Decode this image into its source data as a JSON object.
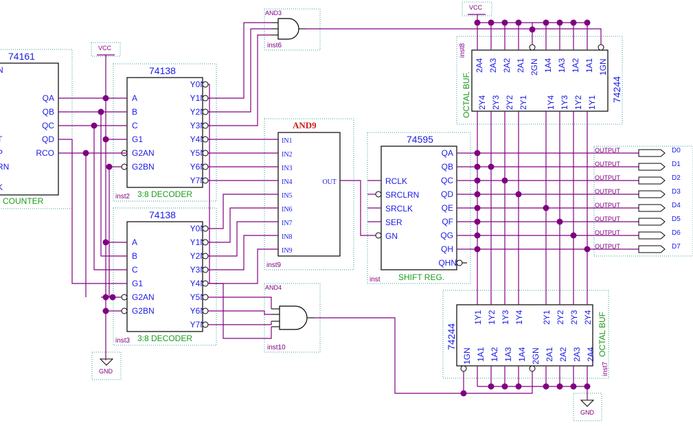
{
  "counter": {
    "part": "74161",
    "pins_right": [
      "QA",
      "QB",
      "QC",
      "QD",
      "RCO"
    ],
    "pins_left_partial": [
      "N",
      "T",
      "P",
      "RN",
      "K"
    ],
    "function_label": "COUNTER"
  },
  "decoder_top": {
    "part": "74138",
    "inputs": [
      "A",
      "B",
      "C",
      "G1",
      "G2AN",
      "G2BN"
    ],
    "outputs": [
      "Y0N",
      "Y1N",
      "Y2N",
      "Y3N",
      "Y4N",
      "Y5N",
      "Y6N",
      "Y7N"
    ],
    "function_label": "3:8 DECODER",
    "instance": "inst2"
  },
  "decoder_bottom": {
    "part": "74138",
    "inputs": [
      "A",
      "B",
      "C",
      "G1",
      "G2AN",
      "G2BN"
    ],
    "outputs": [
      "Y0N",
      "Y1N",
      "Y2N",
      "Y3N",
      "Y4N",
      "Y5N",
      "Y6N",
      "Y7N"
    ],
    "function_label": "3:8 DECODER",
    "instance": "inst3"
  },
  "and3": {
    "part": "AND3",
    "instance": "inst6"
  },
  "and4": {
    "part": "AND4",
    "instance": "inst10"
  },
  "and9": {
    "part": "AND9",
    "inputs": [
      "IN1",
      "IN2",
      "IN3",
      "IN4",
      "IN5",
      "IN6",
      "IN7",
      "IN8",
      "IN9"
    ],
    "output": "OUT",
    "instance": "inst9"
  },
  "shift_reg": {
    "part": "74595",
    "inputs": [
      "RCLK",
      "SRCLRN",
      "SRCLK",
      "SER",
      "GN"
    ],
    "outputs": [
      "QA",
      "QB",
      "QC",
      "QD",
      "QE",
      "QF",
      "QG",
      "QH",
      "QHN"
    ],
    "function_label": "SHIFT REG.",
    "instance": "inst"
  },
  "buf_top": {
    "part": "74244",
    "pins_top": [
      "2A4",
      "2A3",
      "2A2",
      "2A1",
      "2GN",
      "1A4",
      "1A3",
      "1A2",
      "1A1",
      "1GN"
    ],
    "pins_bottom": [
      "2Y4",
      "2Y3",
      "2Y2",
      "2Y1",
      "1Y4",
      "1Y3",
      "1Y2",
      "1Y1"
    ],
    "function_label": "OCTAL BUF.",
    "instance": "inst8"
  },
  "buf_bottom": {
    "part": "74244",
    "pins_top": [
      "1Y1",
      "1Y2",
      "1Y3",
      "1Y4",
      "2Y1",
      "2Y2",
      "2Y3",
      "2Y4"
    ],
    "pins_bottom": [
      "1GN",
      "1A1",
      "1A2",
      "1A3",
      "1A4",
      "2GN",
      "2A1",
      "2A2",
      "2A3",
      "2A4"
    ],
    "function_label": "OCTAL BUF",
    "instance": "inst7"
  },
  "power": {
    "vcc_label": "VCC",
    "gnd_label": "GND"
  },
  "outputs": {
    "type_label": "OUTPUT",
    "names": [
      "D0",
      "D1",
      "D2",
      "D3",
      "D4",
      "D5",
      "D6",
      "D7"
    ]
  }
}
